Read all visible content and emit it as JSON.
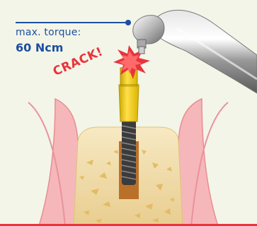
{
  "callout": {
    "label": "max. torque:",
    "value": "60 Ncm"
  },
  "effect": {
    "text": "CRACK!"
  },
  "colors": {
    "background": "#f3f5e8",
    "label_blue": "#1c4fa0",
    "crack_red": "#e8343c",
    "gum_pink": "#f6b3b6",
    "bone_yellow": "#f6e6b4",
    "mount_yellow": "#f2d43a",
    "implant_gray": "#3c3c3c"
  }
}
